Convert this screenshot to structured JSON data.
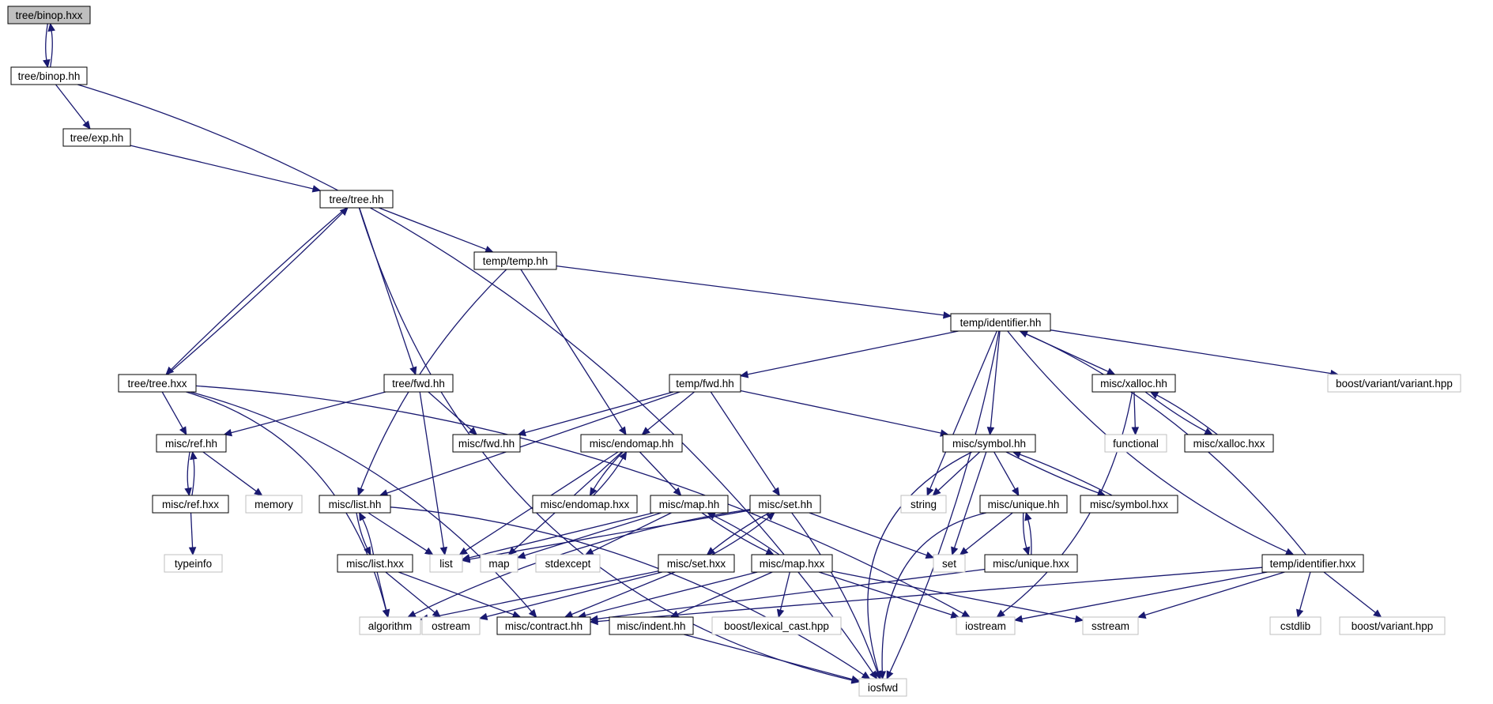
{
  "graph": {
    "colors": {
      "edge": "#191970",
      "node_border": "#000000",
      "missing_border": "#bfbfbf",
      "root_fill": "#bfbfbf",
      "node_fill": "#ffffff",
      "text": "#000000"
    },
    "nodes": [
      {
        "id": "tree-binop-hxx",
        "label": "tree/binop.hxx",
        "kind": "root"
      },
      {
        "id": "tree-binop-hh",
        "label": "tree/binop.hh",
        "kind": "file"
      },
      {
        "id": "tree-exp-hh",
        "label": "tree/exp.hh",
        "kind": "file"
      },
      {
        "id": "tree-tree-hh",
        "label": "tree/tree.hh",
        "kind": "file"
      },
      {
        "id": "temp-temp-hh",
        "label": "temp/temp.hh",
        "kind": "file"
      },
      {
        "id": "temp-identifier-hh",
        "label": "temp/identifier.hh",
        "kind": "file"
      },
      {
        "id": "tree-tree-hxx",
        "label": "tree/tree.hxx",
        "kind": "file"
      },
      {
        "id": "tree-fwd-hh",
        "label": "tree/fwd.hh",
        "kind": "file"
      },
      {
        "id": "temp-fwd-hh",
        "label": "temp/fwd.hh",
        "kind": "file"
      },
      {
        "id": "misc-xalloc-hh",
        "label": "misc/xalloc.hh",
        "kind": "file"
      },
      {
        "id": "boost-variant-variant-hpp",
        "label": "boost/variant/variant.hpp",
        "kind": "system"
      },
      {
        "id": "misc-ref-hh",
        "label": "misc/ref.hh",
        "kind": "file"
      },
      {
        "id": "misc-fwd-hh",
        "label": "misc/fwd.hh",
        "kind": "file"
      },
      {
        "id": "misc-endomap-hh",
        "label": "misc/endomap.hh",
        "kind": "file"
      },
      {
        "id": "misc-symbol-hh",
        "label": "misc/symbol.hh",
        "kind": "file"
      },
      {
        "id": "functional",
        "label": "functional",
        "kind": "system"
      },
      {
        "id": "misc-xalloc-hxx",
        "label": "misc/xalloc.hxx",
        "kind": "file"
      },
      {
        "id": "misc-ref-hxx",
        "label": "misc/ref.hxx",
        "kind": "file"
      },
      {
        "id": "memory",
        "label": "memory",
        "kind": "system"
      },
      {
        "id": "misc-list-hh",
        "label": "misc/list.hh",
        "kind": "file"
      },
      {
        "id": "misc-endomap-hxx",
        "label": "misc/endomap.hxx",
        "kind": "file"
      },
      {
        "id": "misc-map-hh",
        "label": "misc/map.hh",
        "kind": "file"
      },
      {
        "id": "misc-set-hh",
        "label": "misc/set.hh",
        "kind": "file"
      },
      {
        "id": "string",
        "label": "string",
        "kind": "system"
      },
      {
        "id": "misc-unique-hh",
        "label": "misc/unique.hh",
        "kind": "file"
      },
      {
        "id": "misc-symbol-hxx",
        "label": "misc/symbol.hxx",
        "kind": "file"
      },
      {
        "id": "typeinfo",
        "label": "typeinfo",
        "kind": "system"
      },
      {
        "id": "misc-list-hxx",
        "label": "misc/list.hxx",
        "kind": "file"
      },
      {
        "id": "list",
        "label": "list",
        "kind": "system"
      },
      {
        "id": "map",
        "label": "map",
        "kind": "system"
      },
      {
        "id": "stdexcept",
        "label": "stdexcept",
        "kind": "system"
      },
      {
        "id": "misc-set-hxx",
        "label": "misc/set.hxx",
        "kind": "file"
      },
      {
        "id": "misc-map-hxx",
        "label": "misc/map.hxx",
        "kind": "file"
      },
      {
        "id": "set",
        "label": "set",
        "kind": "system"
      },
      {
        "id": "misc-unique-hxx",
        "label": "misc/unique.hxx",
        "kind": "file"
      },
      {
        "id": "temp-identifier-hxx",
        "label": "temp/identifier.hxx",
        "kind": "file"
      },
      {
        "id": "algorithm",
        "label": "algorithm",
        "kind": "system"
      },
      {
        "id": "ostream",
        "label": "ostream",
        "kind": "system"
      },
      {
        "id": "misc-contract-hh",
        "label": "misc/contract.hh",
        "kind": "file"
      },
      {
        "id": "misc-indent-hh",
        "label": "misc/indent.hh",
        "kind": "file"
      },
      {
        "id": "boost-lexical-cast-hpp",
        "label": "boost/lexical_cast.hpp",
        "kind": "system"
      },
      {
        "id": "iostream",
        "label": "iostream",
        "kind": "system"
      },
      {
        "id": "sstream",
        "label": "sstream",
        "kind": "system"
      },
      {
        "id": "cstdlib",
        "label": "cstdlib",
        "kind": "system"
      },
      {
        "id": "boost-variant-hpp",
        "label": "boost/variant.hpp",
        "kind": "system"
      },
      {
        "id": "iosfwd",
        "label": "iosfwd",
        "kind": "system"
      }
    ],
    "edges": [
      {
        "from": "tree-binop-hxx",
        "to": "tree-binop-hh"
      },
      {
        "from": "tree-binop-hh",
        "to": "tree-binop-hxx"
      },
      {
        "from": "tree-binop-hh",
        "to": "tree-exp-hh"
      },
      {
        "from": "tree-binop-hh",
        "to": "iosfwd"
      },
      {
        "from": "tree-exp-hh",
        "to": "tree-tree-hh"
      },
      {
        "from": "tree-tree-hh",
        "to": "temp-temp-hh"
      },
      {
        "from": "tree-tree-hh",
        "to": "tree-fwd-hh"
      },
      {
        "from": "tree-tree-hh",
        "to": "tree-tree-hxx"
      },
      {
        "from": "tree-tree-hh",
        "to": "iosfwd"
      },
      {
        "from": "tree-tree-hxx",
        "to": "tree-tree-hh"
      },
      {
        "from": "tree-tree-hxx",
        "to": "misc-ref-hh"
      },
      {
        "from": "tree-tree-hxx",
        "to": "algorithm"
      },
      {
        "from": "tree-tree-hxx",
        "to": "misc-contract-hh"
      },
      {
        "from": "tree-tree-hxx",
        "to": "iostream"
      },
      {
        "from": "temp-temp-hh",
        "to": "temp-identifier-hh"
      },
      {
        "from": "temp-temp-hh",
        "to": "misc-endomap-hh"
      },
      {
        "from": "temp-temp-hh",
        "to": "misc-list-hh"
      },
      {
        "from": "temp-identifier-hh",
        "to": "temp-fwd-hh"
      },
      {
        "from": "temp-identifier-hh",
        "to": "misc-xalloc-hh"
      },
      {
        "from": "temp-identifier-hh",
        "to": "boost-variant-variant-hpp"
      },
      {
        "from": "temp-identifier-hh",
        "to": "misc-symbol-hh"
      },
      {
        "from": "temp-identifier-hh",
        "to": "string"
      },
      {
        "from": "temp-identifier-hh",
        "to": "iosfwd"
      },
      {
        "from": "temp-identifier-hh",
        "to": "temp-identifier-hxx"
      },
      {
        "from": "temp-identifier-hxx",
        "to": "temp-identifier-hh"
      },
      {
        "from": "temp-identifier-hxx",
        "to": "misc-contract-hh"
      },
      {
        "from": "temp-identifier-hxx",
        "to": "iostream"
      },
      {
        "from": "temp-identifier-hxx",
        "to": "sstream"
      },
      {
        "from": "temp-identifier-hxx",
        "to": "cstdlib"
      },
      {
        "from": "temp-identifier-hxx",
        "to": "boost-variant-hpp"
      },
      {
        "from": "tree-fwd-hh",
        "to": "misc-ref-hh"
      },
      {
        "from": "tree-fwd-hh",
        "to": "misc-fwd-hh"
      },
      {
        "from": "tree-fwd-hh",
        "to": "list"
      },
      {
        "from": "temp-fwd-hh",
        "to": "misc-fwd-hh"
      },
      {
        "from": "temp-fwd-hh",
        "to": "misc-endomap-hh"
      },
      {
        "from": "temp-fwd-hh",
        "to": "misc-list-hh"
      },
      {
        "from": "temp-fwd-hh",
        "to": "misc-set-hh"
      },
      {
        "from": "temp-fwd-hh",
        "to": "misc-symbol-hh"
      },
      {
        "from": "misc-xalloc-hh",
        "to": "functional"
      },
      {
        "from": "misc-xalloc-hh",
        "to": "misc-xalloc-hxx"
      },
      {
        "from": "misc-xalloc-hh",
        "to": "iostream"
      },
      {
        "from": "misc-xalloc-hxx",
        "to": "misc-xalloc-hh"
      },
      {
        "from": "misc-ref-hh",
        "to": "misc-ref-hxx"
      },
      {
        "from": "misc-ref-hh",
        "to": "memory"
      },
      {
        "from": "misc-ref-hxx",
        "to": "misc-ref-hh"
      },
      {
        "from": "misc-ref-hxx",
        "to": "typeinfo"
      },
      {
        "from": "misc-endomap-hh",
        "to": "misc-endomap-hxx"
      },
      {
        "from": "misc-endomap-hh",
        "to": "misc-map-hh"
      },
      {
        "from": "misc-endomap-hh",
        "to": "list"
      },
      {
        "from": "misc-endomap-hh",
        "to": "map"
      },
      {
        "from": "misc-endomap-hxx",
        "to": "misc-endomap-hh"
      },
      {
        "from": "misc-symbol-hh",
        "to": "string"
      },
      {
        "from": "misc-symbol-hh",
        "to": "set"
      },
      {
        "from": "misc-symbol-hh",
        "to": "misc-unique-hh"
      },
      {
        "from": "misc-symbol-hh",
        "to": "misc-symbol-hxx"
      },
      {
        "from": "misc-symbol-hh",
        "to": "iosfwd"
      },
      {
        "from": "misc-symbol-hxx",
        "to": "misc-symbol-hh"
      },
      {
        "from": "misc-unique-hh",
        "to": "set"
      },
      {
        "from": "misc-unique-hh",
        "to": "misc-unique-hxx"
      },
      {
        "from": "misc-unique-hh",
        "to": "iosfwd"
      },
      {
        "from": "misc-unique-hxx",
        "to": "misc-unique-hh"
      },
      {
        "from": "misc-unique-hxx",
        "to": "misc-contract-hh"
      },
      {
        "from": "misc-list-hh",
        "to": "misc-list-hxx"
      },
      {
        "from": "misc-list-hh",
        "to": "list"
      },
      {
        "from": "misc-list-hh",
        "to": "iosfwd"
      },
      {
        "from": "misc-list-hxx",
        "to": "misc-list-hh"
      },
      {
        "from": "misc-list-hxx",
        "to": "algorithm"
      },
      {
        "from": "misc-list-hxx",
        "to": "ostream"
      },
      {
        "from": "misc-list-hxx",
        "to": "misc-contract-hh"
      },
      {
        "from": "misc-map-hh",
        "to": "list"
      },
      {
        "from": "misc-map-hh",
        "to": "map"
      },
      {
        "from": "misc-map-hh",
        "to": "stdexcept"
      },
      {
        "from": "misc-map-hh",
        "to": "misc-map-hxx"
      },
      {
        "from": "misc-map-hxx",
        "to": "misc-map-hh"
      },
      {
        "from": "misc-map-hxx",
        "to": "misc-contract-hh"
      },
      {
        "from": "misc-map-hxx",
        "to": "misc-indent-hh"
      },
      {
        "from": "misc-map-hxx",
        "to": "boost-lexical-cast-hpp"
      },
      {
        "from": "misc-map-hxx",
        "to": "iostream"
      },
      {
        "from": "misc-map-hxx",
        "to": "sstream"
      },
      {
        "from": "misc-set-hh",
        "to": "list"
      },
      {
        "from": "misc-set-hh",
        "to": "set"
      },
      {
        "from": "misc-set-hh",
        "to": "algorithm"
      },
      {
        "from": "misc-set-hh",
        "to": "misc-set-hxx"
      },
      {
        "from": "misc-set-hh",
        "to": "iosfwd"
      },
      {
        "from": "misc-set-hxx",
        "to": "misc-set-hh"
      },
      {
        "from": "misc-set-hxx",
        "to": "algorithm"
      },
      {
        "from": "misc-set-hxx",
        "to": "ostream"
      },
      {
        "from": "misc-set-hxx",
        "to": "misc-contract-hh"
      },
      {
        "from": "misc-indent-hh",
        "to": "iosfwd"
      }
    ]
  }
}
